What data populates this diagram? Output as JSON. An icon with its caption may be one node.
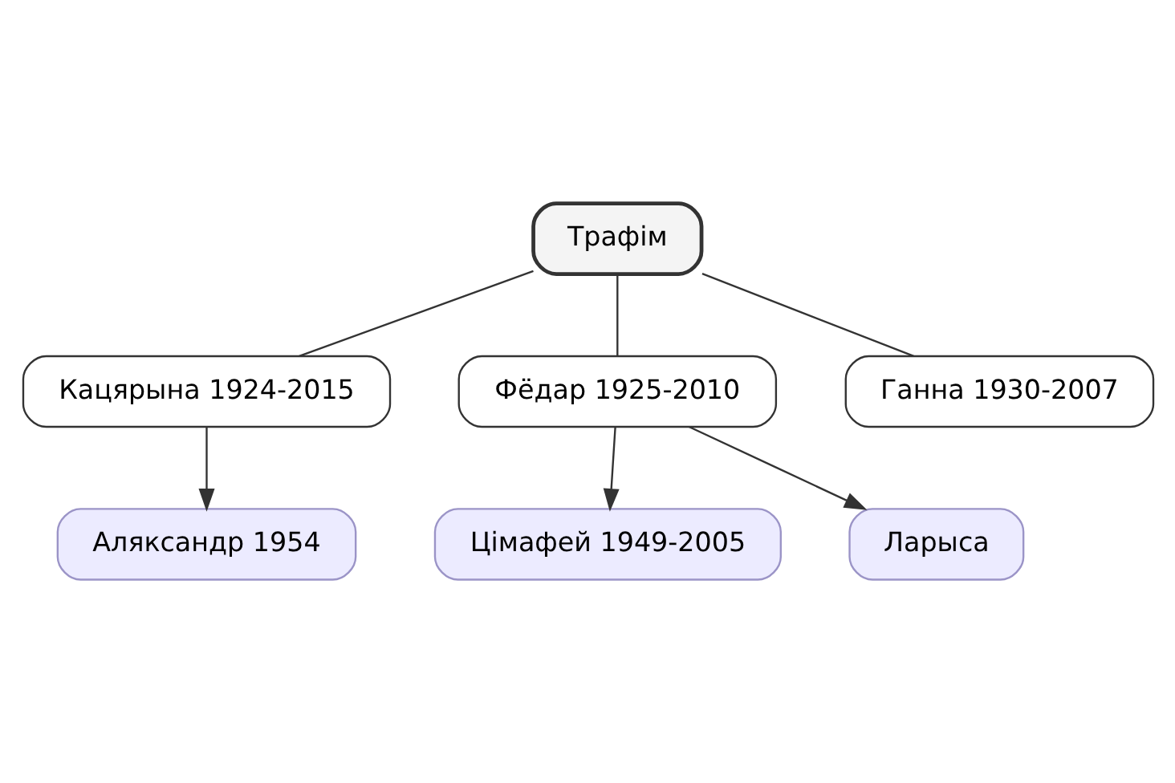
{
  "diagram": {
    "nodes": [
      {
        "text": [
          "Трафім"
        ]
      },
      {
        "text": [
          "Кацярына 1924-2015"
        ]
      },
      {
        "text": [
          "Фёдар 1925-2010"
        ]
      },
      {
        "text": [
          "Ганна 1930-2007"
        ]
      },
      {
        "text": [
          "Аляксандр 1954"
        ]
      },
      {
        "text": [
          "Цімафей 1949-2005"
        ]
      },
      {
        "text": [
          "Ларыса"
        ]
      }
    ],
    "edges": [
      {
        "from": 0,
        "to": 1,
        "arrow": "none"
      },
      {
        "from": 0,
        "to": 2,
        "arrow": "none"
      },
      {
        "from": 0,
        "to": 3,
        "arrow": "none"
      },
      {
        "from": 1,
        "to": 4,
        "arrow": "to"
      },
      {
        "from": 2,
        "to": 5,
        "arrow": "to"
      },
      {
        "from": 2,
        "to": 6,
        "arrow": "to"
      }
    ]
  }
}
